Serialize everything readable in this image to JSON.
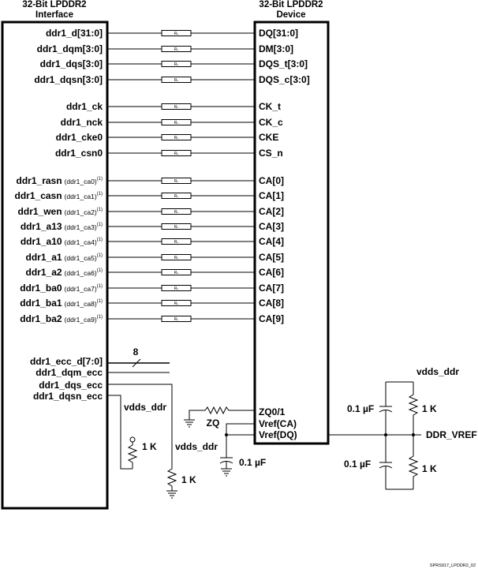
{
  "left_header": [
    "32-Bit LPDDR2",
    "Interface"
  ],
  "right_header": [
    "32-Bit LPDDR2",
    "Device"
  ],
  "resistor_label": "Rₛ",
  "rows": [
    {
      "left": "ddr1_d[31:0]",
      "right": "DQ[31:0]"
    },
    {
      "left": "ddr1_dqm[3:0]",
      "right": "DM[3:0]"
    },
    {
      "left": "ddr1_dqs[3:0]",
      "right": "DQS_t[3:0]"
    },
    {
      "left": "ddr1_dqsn[3:0]",
      "right": "DQS_c[3:0]"
    },
    {
      "left": "ddr1_ck",
      "right": "CK_t"
    },
    {
      "left": "ddr1_nck",
      "right": "CK_c"
    },
    {
      "left": "ddr1_cke0",
      "right": "CKE"
    },
    {
      "left": "ddr1_csn0",
      "right": "CS_n"
    },
    {
      "left": "ddr1_rasn",
      "alt": "(ddr1_ca0)",
      "sup": "(1)",
      "right": "CA[0]"
    },
    {
      "left": "ddr1_casn",
      "alt": "(ddr1_ca1)",
      "sup": "(1)",
      "right": "CA[1]"
    },
    {
      "left": "ddr1_wen",
      "alt": "(ddr1_ca2)",
      "sup": "(1)",
      "right": "CA[2]"
    },
    {
      "left": "ddr1_a13",
      "alt": "(ddr1_ca3)",
      "sup": "(1)",
      "right": "CA[3]"
    },
    {
      "left": "ddr1_a10",
      "alt": "(ddr1_ca4)",
      "sup": "(1)",
      "right": "CA[4]"
    },
    {
      "left": "ddr1_a1",
      "alt": "(ddr1_ca5)",
      "sup": "(1)",
      "right": "CA[5]"
    },
    {
      "left": "ddr1_a2",
      "alt": "(ddr1_ca6)",
      "sup": "(1)",
      "right": "CA[6]"
    },
    {
      "left": "ddr1_ba0",
      "alt": "(ddr1_ca7)",
      "sup": "(1)",
      "right": "CA[7]"
    },
    {
      "left": "ddr1_ba1",
      "alt": "(ddr1_ca8)",
      "sup": "(1)",
      "right": "CA[8]"
    },
    {
      "left": "ddr1_ba2",
      "alt": "(ddr1_ca9)",
      "sup": "(1)",
      "right": "CA[9]"
    }
  ],
  "ecc_rows": [
    "ddr1_ecc_d[7:0]",
    "ddr1_dqm_ecc",
    "ddr1_dqs_ecc",
    "ddr1_dqsn_ecc"
  ],
  "bus_width": "8",
  "right_bottom_pins": [
    "ZQ0/1",
    "Vref(CA)",
    "Vref(DQ)"
  ],
  "zq_label": "ZQ",
  "vdds_ddr": "vdds_ddr",
  "res_1k": "1 K",
  "cap_label": "0.1 µF",
  "ddr_vref": "DDR_VREF",
  "figure_id": "SPRS917_LPDDR2_02"
}
